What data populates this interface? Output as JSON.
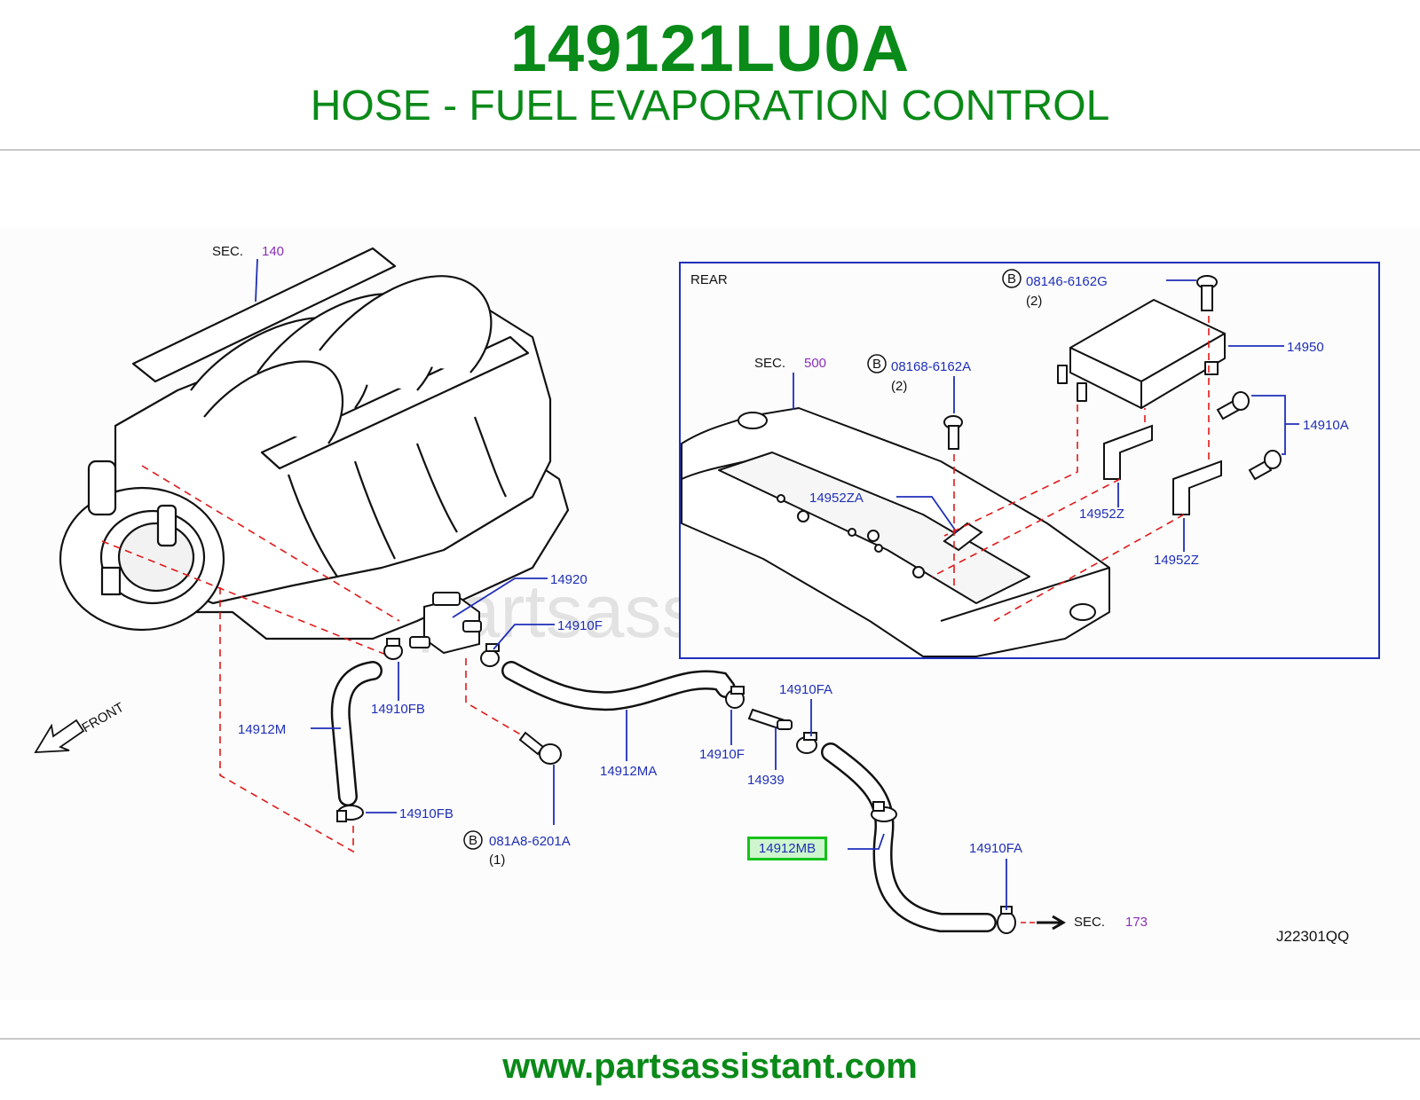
{
  "header": {
    "part_number": "149121LU0A",
    "part_description": "HOSE - FUEL EVAPORATION CONTROL"
  },
  "footer": {
    "url": "www.partsassistant.com"
  },
  "watermark": {
    "text": "partsassistant.com"
  },
  "diagram": {
    "sec_140": {
      "prefix": "SEC.",
      "number": "140"
    },
    "sec_500": {
      "prefix": "SEC.",
      "number": "500"
    },
    "sec_173": {
      "prefix": "SEC.",
      "number": "173"
    },
    "inset_label": "REAR",
    "front_label": "FRONT",
    "bolt_marker": "B",
    "parts": {
      "p14920": "14920",
      "p14910F_top": "14910F",
      "p14910FB_top": "14910FB",
      "p14912M": "14912M",
      "p14912MA": "14912MA",
      "p14910F_bot": "14910F",
      "p14910FA_top": "14910FA",
      "p14939": "14939",
      "p14910FB_bot": "14910FB",
      "bolt_081A8": "081A8-6201A",
      "bolt_081A8_qty": "(1)",
      "p14912MB": "14912MB",
      "p14910FA_bot": "14910FA",
      "p14950": "14950",
      "p14910A": "14910A",
      "p14952ZA": "14952ZA",
      "p14952Z_a": "14952Z",
      "p14952Z_b": "14952Z",
      "bolt_08146": "08146-6162G",
      "bolt_08146_qty": "(2)",
      "bolt_08168": "08168-6162A",
      "bolt_08168_qty": "(2)"
    },
    "drawing_code": "J22301QQ",
    "highlighted_part": "14912MB"
  },
  "colors": {
    "title_green": "#0a8a18",
    "callout_blue": "#1f2fb8",
    "section_purple": "#8a2fb8",
    "leader_red": "#e01818",
    "highlight_green": "#16c21b"
  }
}
